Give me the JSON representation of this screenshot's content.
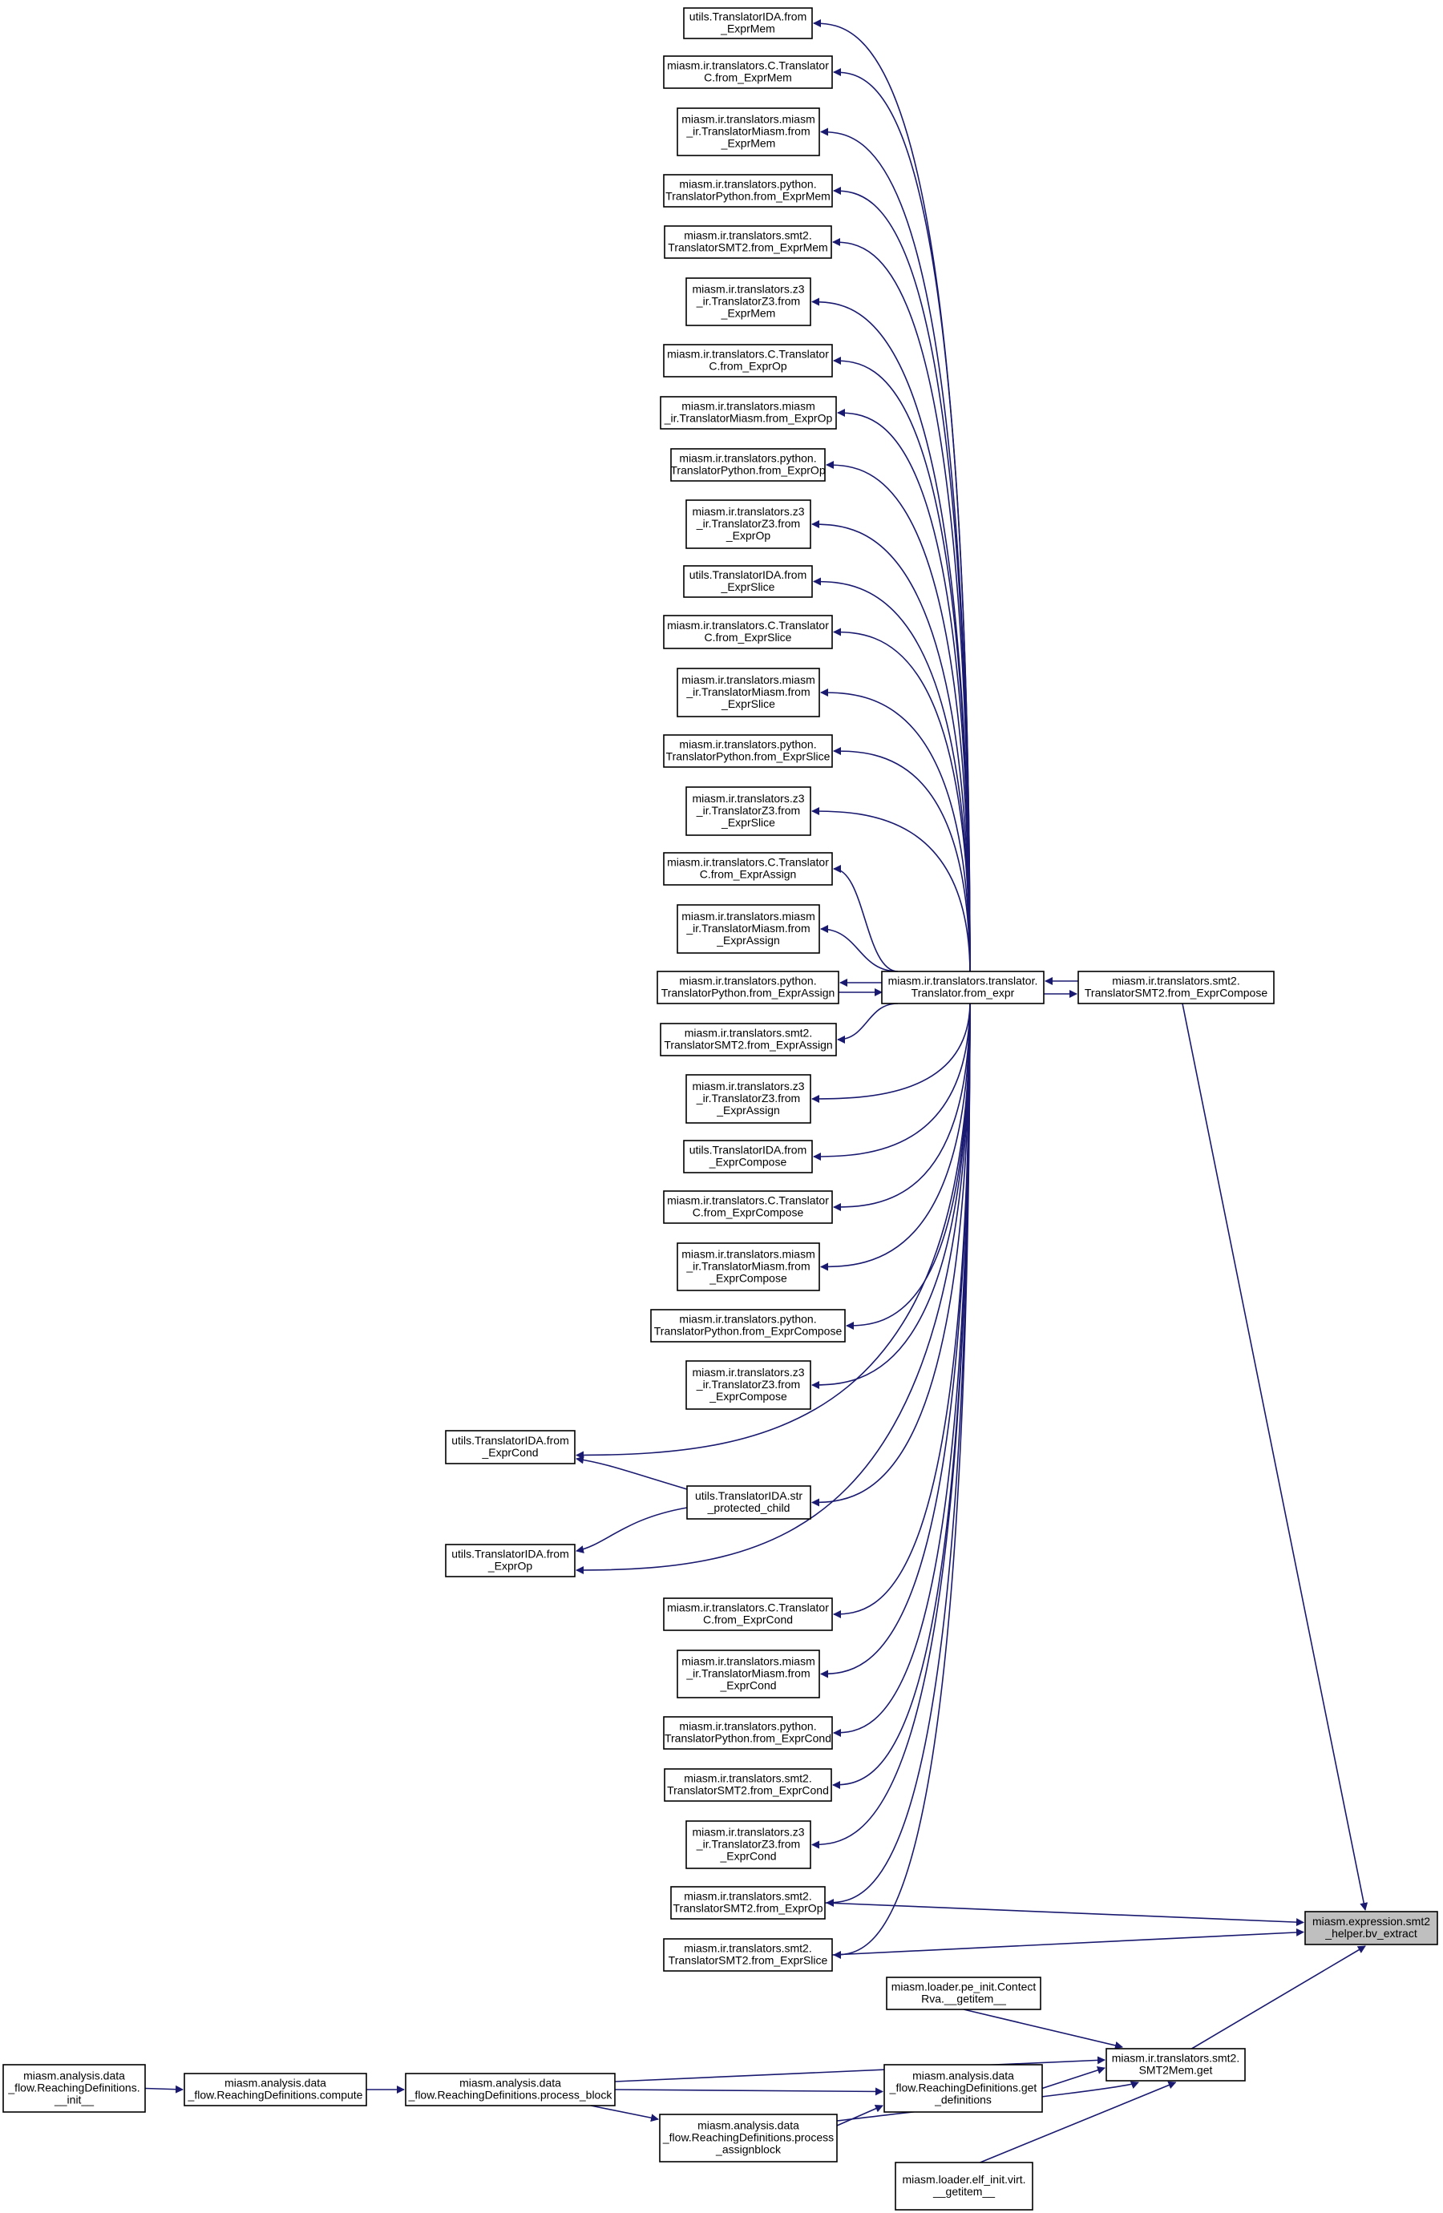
{
  "colors": {
    "edge": "#191970",
    "node_border": "#000000",
    "highlight_fill": "#bfbfbf"
  },
  "nodes": [
    {
      "id": "ida_mem",
      "lines": [
        "utils.TranslatorIDA.from",
        "_ExprMem"
      ]
    },
    {
      "id": "c_mem",
      "lines": [
        "miasm.ir.translators.C.Translator",
        "C.from_ExprMem"
      ]
    },
    {
      "id": "miasm_mem",
      "lines": [
        "miasm.ir.translators.miasm",
        "_ir.TranslatorMiasm.from",
        "_ExprMem"
      ]
    },
    {
      "id": "py_mem",
      "lines": [
        "miasm.ir.translators.python.",
        "TranslatorPython.from_ExprMem"
      ]
    },
    {
      "id": "smt_mem",
      "lines": [
        "miasm.ir.translators.smt2.",
        "TranslatorSMT2.from_ExprMem"
      ]
    },
    {
      "id": "z3_mem",
      "lines": [
        "miasm.ir.translators.z3",
        "_ir.TranslatorZ3.from",
        "_ExprMem"
      ]
    },
    {
      "id": "c_op",
      "lines": [
        "miasm.ir.translators.C.Translator",
        "C.from_ExprOp"
      ]
    },
    {
      "id": "miasm_op",
      "lines": [
        "miasm.ir.translators.miasm",
        "_ir.TranslatorMiasm.from_ExprOp"
      ]
    },
    {
      "id": "py_op",
      "lines": [
        "miasm.ir.translators.python.",
        "TranslatorPython.from_ExprOp"
      ]
    },
    {
      "id": "z3_op",
      "lines": [
        "miasm.ir.translators.z3",
        "_ir.TranslatorZ3.from",
        "_ExprOp"
      ]
    },
    {
      "id": "ida_slice",
      "lines": [
        "utils.TranslatorIDA.from",
        "_ExprSlice"
      ]
    },
    {
      "id": "c_slice",
      "lines": [
        "miasm.ir.translators.C.Translator",
        "C.from_ExprSlice"
      ]
    },
    {
      "id": "miasm_slice",
      "lines": [
        "miasm.ir.translators.miasm",
        "_ir.TranslatorMiasm.from",
        "_ExprSlice"
      ]
    },
    {
      "id": "py_slice",
      "lines": [
        "miasm.ir.translators.python.",
        "TranslatorPython.from_ExprSlice"
      ]
    },
    {
      "id": "z3_slice",
      "lines": [
        "miasm.ir.translators.z3",
        "_ir.TranslatorZ3.from",
        "_ExprSlice"
      ]
    },
    {
      "id": "c_assign",
      "lines": [
        "miasm.ir.translators.C.Translator",
        "C.from_ExprAssign"
      ]
    },
    {
      "id": "miasm_assign",
      "lines": [
        "miasm.ir.translators.miasm",
        "_ir.TranslatorMiasm.from",
        "_ExprAssign"
      ]
    },
    {
      "id": "py_assign",
      "lines": [
        "miasm.ir.translators.python.",
        "TranslatorPython.from_ExprAssign"
      ]
    },
    {
      "id": "smt_assign",
      "lines": [
        "miasm.ir.translators.smt2.",
        "TranslatorSMT2.from_ExprAssign"
      ]
    },
    {
      "id": "z3_assign",
      "lines": [
        "miasm.ir.translators.z3",
        "_ir.TranslatorZ3.from",
        "_ExprAssign"
      ]
    },
    {
      "id": "ida_compose",
      "lines": [
        "utils.TranslatorIDA.from",
        "_ExprCompose"
      ]
    },
    {
      "id": "c_compose",
      "lines": [
        "miasm.ir.translators.C.Translator",
        "C.from_ExprCompose"
      ]
    },
    {
      "id": "miasm_compose",
      "lines": [
        "miasm.ir.translators.miasm",
        "_ir.TranslatorMiasm.from",
        "_ExprCompose"
      ]
    },
    {
      "id": "py_compose",
      "lines": [
        "miasm.ir.translators.python.",
        "TranslatorPython.from_ExprCompose"
      ]
    },
    {
      "id": "z3_compose",
      "lines": [
        "miasm.ir.translators.z3",
        "_ir.TranslatorZ3.from",
        "_ExprCompose"
      ]
    },
    {
      "id": "ida_cond",
      "lines": [
        "utils.TranslatorIDA.from",
        "_ExprCond"
      ]
    },
    {
      "id": "ida_str",
      "lines": [
        "utils.TranslatorIDA.str",
        "_protected_child"
      ]
    },
    {
      "id": "ida_op",
      "lines": [
        "utils.TranslatorIDA.from",
        "_ExprOp"
      ]
    },
    {
      "id": "c_cond",
      "lines": [
        "miasm.ir.translators.C.Translator",
        "C.from_ExprCond"
      ]
    },
    {
      "id": "miasm_cond",
      "lines": [
        "miasm.ir.translators.miasm",
        "_ir.TranslatorMiasm.from",
        "_ExprCond"
      ]
    },
    {
      "id": "py_cond",
      "lines": [
        "miasm.ir.translators.python.",
        "TranslatorPython.from_ExprCond"
      ]
    },
    {
      "id": "smt_cond",
      "lines": [
        "miasm.ir.translators.smt2.",
        "TranslatorSMT2.from_ExprCond"
      ]
    },
    {
      "id": "z3_cond",
      "lines": [
        "miasm.ir.translators.z3",
        "_ir.TranslatorZ3.from",
        "_ExprCond"
      ]
    },
    {
      "id": "smt_op",
      "lines": [
        "miasm.ir.translators.smt2.",
        "TranslatorSMT2.from_ExprOp"
      ]
    },
    {
      "id": "smt_slice",
      "lines": [
        "miasm.ir.translators.smt2.",
        "TranslatorSMT2.from_ExprSlice"
      ]
    },
    {
      "id": "translator",
      "lines": [
        "miasm.ir.translators.translator.",
        "Translator.from_expr"
      ]
    },
    {
      "id": "smt_compose",
      "lines": [
        "miasm.ir.translators.smt2.",
        "TranslatorSMT2.from_ExprCompose"
      ]
    },
    {
      "id": "bv_extract",
      "lines": [
        "miasm.expression.smt2",
        "_helper.bv_extract"
      ]
    },
    {
      "id": "pe_getitem",
      "lines": [
        "miasm.loader.pe_init.Contect",
        "Rva.__getitem__"
      ]
    },
    {
      "id": "smt2mem_get",
      "lines": [
        "miasm.ir.translators.smt2.",
        "SMT2Mem.get"
      ]
    },
    {
      "id": "rd_init",
      "lines": [
        "miasm.analysis.data",
        "_flow.ReachingDefinitions.",
        "__init__"
      ]
    },
    {
      "id": "rd_compute",
      "lines": [
        "miasm.analysis.data",
        "_flow.ReachingDefinitions.compute"
      ]
    },
    {
      "id": "rd_process_block",
      "lines": [
        "miasm.analysis.data",
        "_flow.ReachingDefinitions.process_block"
      ]
    },
    {
      "id": "rd_get_defs",
      "lines": [
        "miasm.analysis.data",
        "_flow.ReachingDefinitions.get",
        "_definitions"
      ]
    },
    {
      "id": "rd_process_assign",
      "lines": [
        "miasm.analysis.data",
        "_flow.ReachingDefinitions.process",
        "_assignblock"
      ]
    },
    {
      "id": "elf_getitem",
      "lines": [
        "miasm.loader.elf_init.virt.",
        "__getitem__"
      ]
    }
  ]
}
